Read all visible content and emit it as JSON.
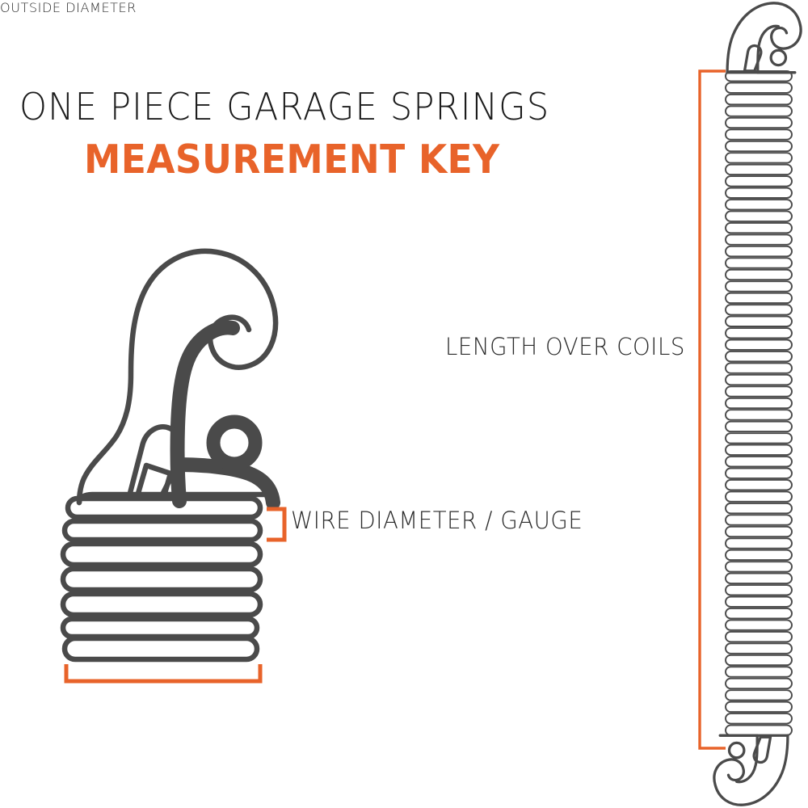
{
  "page": {
    "background_color": "#ffffff",
    "accent_color": "#E8632A",
    "line_color": "#4A4A4A",
    "text_color": "#2b2b2b"
  },
  "heading": {
    "line1": "ONE PIECE GARAGE SPRINGS",
    "line2": "MEASUREMENT KEY"
  },
  "callouts": {
    "length_over_coils": "LENGTH OVER COILS",
    "wire_diameter": "WIRE DIAMETER / GAUGE",
    "outside_diameter": "OUTSIDE DIAMETER"
  },
  "diagram": {
    "left_detail": {
      "name": "spring-end-detail",
      "parts": [
        "open-hook",
        "safety-clip",
        "rivet-eye",
        "coils"
      ],
      "visible_coil_count": 7
    },
    "right_full_spring": {
      "name": "full-extension-spring",
      "parts": [
        "top-open-hook",
        "coil-body",
        "bottom-open-hook"
      ],
      "coil_count": 57
    },
    "measurement_brackets": [
      {
        "name": "length-over-coils-bracket",
        "orientation": "vertical-left-open",
        "color": "#E8632A"
      },
      {
        "name": "wire-diameter-bracket",
        "orientation": "left-open",
        "color": "#E8632A"
      },
      {
        "name": "outside-diameter-bracket",
        "orientation": "up-open",
        "color": "#E8632A"
      }
    ]
  }
}
